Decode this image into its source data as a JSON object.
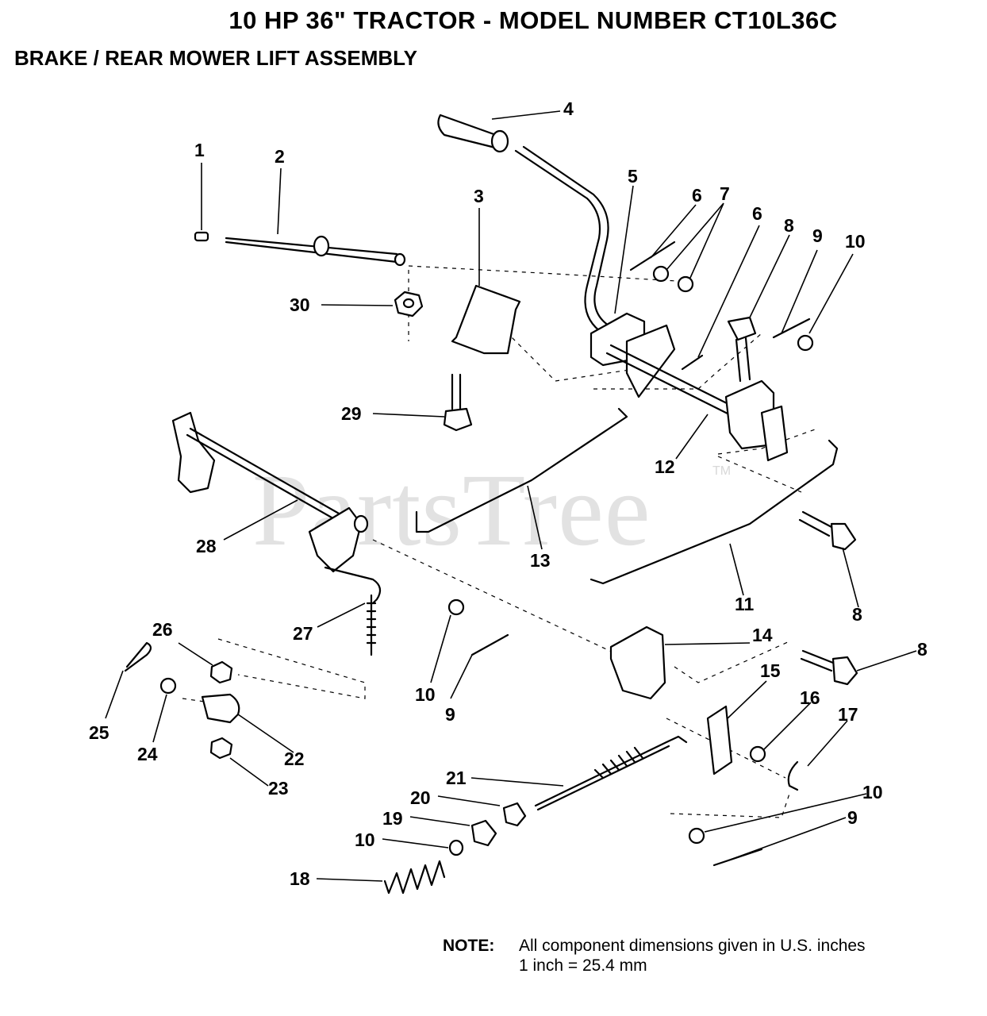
{
  "header": {
    "title": "10 HP 36\" TRACTOR  - MODEL NUMBER CT10L36C",
    "subtitle": "BRAKE / REAR MOWER LIFT ASSEMBLY"
  },
  "watermark": {
    "text": "PartsTree",
    "tm": "TM"
  },
  "callouts": [
    "1",
    "2",
    "3",
    "4",
    "5",
    "6",
    "7",
    "6",
    "8",
    "9",
    "10",
    "30",
    "29",
    "12",
    "28",
    "13",
    "11",
    "8",
    "27",
    "26",
    "14",
    "8",
    "10",
    "9",
    "25",
    "24",
    "22",
    "15",
    "16",
    "17",
    "23",
    "21",
    "20",
    "10",
    "19",
    "9",
    "10",
    "18"
  ],
  "note": {
    "label": "NOTE:",
    "line1": "All component dimensions given in U.S. inches",
    "line2": "1 inch = 25.4 mm"
  }
}
